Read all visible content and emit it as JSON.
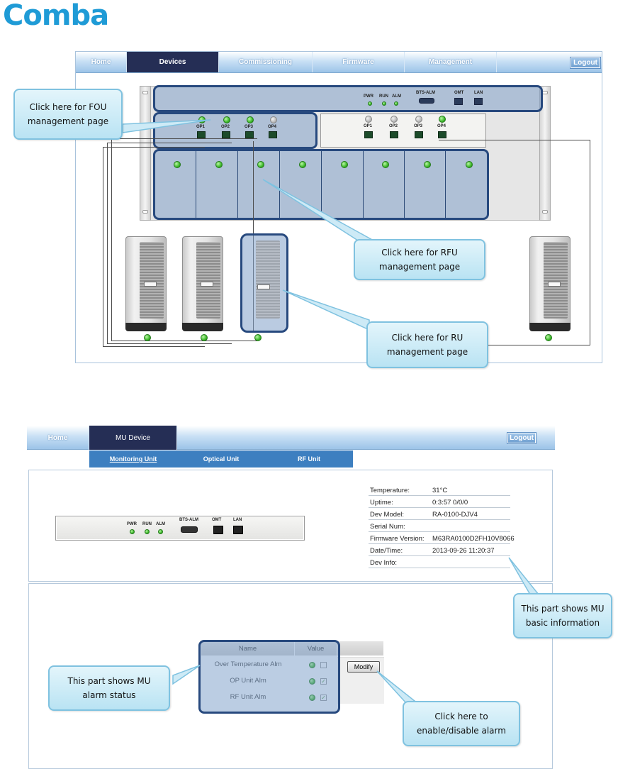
{
  "logo": "Comba",
  "screen1": {
    "nav": [
      "Home",
      "Devices",
      "Commissioning",
      "Firmware",
      "Management"
    ],
    "active_nav": "Devices",
    "logout": "Logout",
    "mu_leds": [
      "PWR",
      "RUN",
      "ALM"
    ],
    "mu_ports": [
      "BTS-ALM",
      "OMT",
      "LAN"
    ],
    "fou_ports": [
      "OP1",
      "OP2",
      "OP3",
      "OP4"
    ],
    "fou2_ports": [
      "OP1",
      "OP2",
      "OP3",
      "OP4"
    ],
    "callouts": {
      "fou": "Click here for FOU management  page",
      "rfu": "Click here for RFU management page",
      "ru": "Click here for RU management page"
    }
  },
  "screen2": {
    "nav": [
      "Home",
      "MU Device"
    ],
    "active_nav": "MU Device",
    "logout": "Logout",
    "subnav": [
      "Monitoring Unit",
      "Optical Unit",
      "RF Unit"
    ],
    "active_subnav": "Monitoring Unit",
    "mu_leds": [
      "PWR",
      "RUN",
      "ALM"
    ],
    "mu_ports": [
      "BTS-ALM",
      "OMT",
      "LAN"
    ],
    "info": [
      {
        "key": "Temperature:",
        "value": "31°C"
      },
      {
        "key": "Uptime:",
        "value": "0:3:57 0/0/0"
      },
      {
        "key": "Dev Model:",
        "value": "RA-0100-DJV4"
      },
      {
        "key": "Serial Num:",
        "value": ""
      },
      {
        "key": "Firmware Version:",
        "value": "M63RA0100D2FH10V8066"
      },
      {
        "key": "Date/Time:",
        "value": "2013-09-26 11:20:37"
      },
      {
        "key": "Dev Info:",
        "value": ""
      }
    ],
    "table": {
      "headers": [
        "Name",
        "Value"
      ],
      "rows": [
        {
          "name": "Over Temperature Alm",
          "checked": false
        },
        {
          "name": "OP Unit Alm",
          "checked": true
        },
        {
          "name": "RF Unit Alm",
          "checked": true
        }
      ]
    },
    "modify": "Modify",
    "callouts": {
      "info": "This part shows MU basic information",
      "alarm": "This part shows MU alarm status",
      "modify": "Click here to enable/disable alarm"
    }
  }
}
